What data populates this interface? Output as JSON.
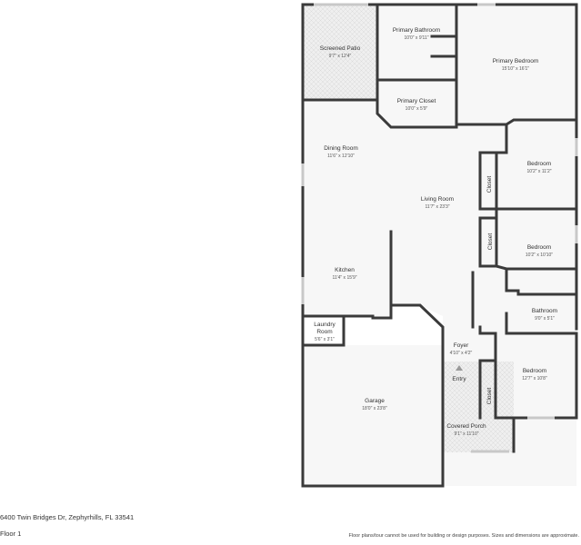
{
  "plan": {
    "rooms": [
      {
        "id": "screened-patio",
        "name": "Screened Patio",
        "dims": "9'7\" x 12'4\""
      },
      {
        "id": "primary-bathroom",
        "name": "Primary Bathroom",
        "dims": "10'0\" x 9'11\""
      },
      {
        "id": "primary-bedroom",
        "name": "Primary Bedroom",
        "dims": "15'10\" x 16'1\""
      },
      {
        "id": "primary-closet",
        "name": "Primary Closet",
        "dims": "10'0\" x 5'9\""
      },
      {
        "id": "dining-room",
        "name": "Dining Room",
        "dims": "11'6\" x 12'10\""
      },
      {
        "id": "living-room",
        "name": "Living Room",
        "dims": "11'7\" x 23'3\""
      },
      {
        "id": "bedroom-1",
        "name": "Bedroom",
        "dims": "10'2\" x 11'2\""
      },
      {
        "id": "bedroom-2",
        "name": "Bedroom",
        "dims": "10'2\" x 10'10\""
      },
      {
        "id": "kitchen",
        "name": "Kitchen",
        "dims": "11'4\" x 15'9\""
      },
      {
        "id": "bathroom",
        "name": "Bathroom",
        "dims": "9'0\" x 5'1\""
      },
      {
        "id": "laundry-room",
        "name": "Laundry Room",
        "dims": "5'6\" x 3'1\""
      },
      {
        "id": "foyer",
        "name": "Foyer",
        "dims": "4'10\" x 4'2\""
      },
      {
        "id": "bedroom-3",
        "name": "Bedroom",
        "dims": "12'7\" x 10'8\""
      },
      {
        "id": "garage",
        "name": "Garage",
        "dims": "18'0\" x 23'8\""
      },
      {
        "id": "covered-porch",
        "name": "Covered Porch",
        "dims": "9'1\" x 11'10\""
      }
    ],
    "labels": {
      "entry": "Entry",
      "closet_1": "Closet",
      "closet_2": "Closet",
      "closet_3": "Closet"
    }
  },
  "footer": {
    "address": "6400 Twin Bridges Dr, Zephyrhills, FL 33541",
    "floor": "Floor 1",
    "disclaimer": "Floor plans/tour cannot be used for building or design purposes. Sizes and dimensions are approximate."
  },
  "colors": {
    "wall": "#3a3a3a",
    "floor": "#f7f7f7",
    "outdoor": "#eeeeee",
    "window": "#c8c8c8"
  }
}
